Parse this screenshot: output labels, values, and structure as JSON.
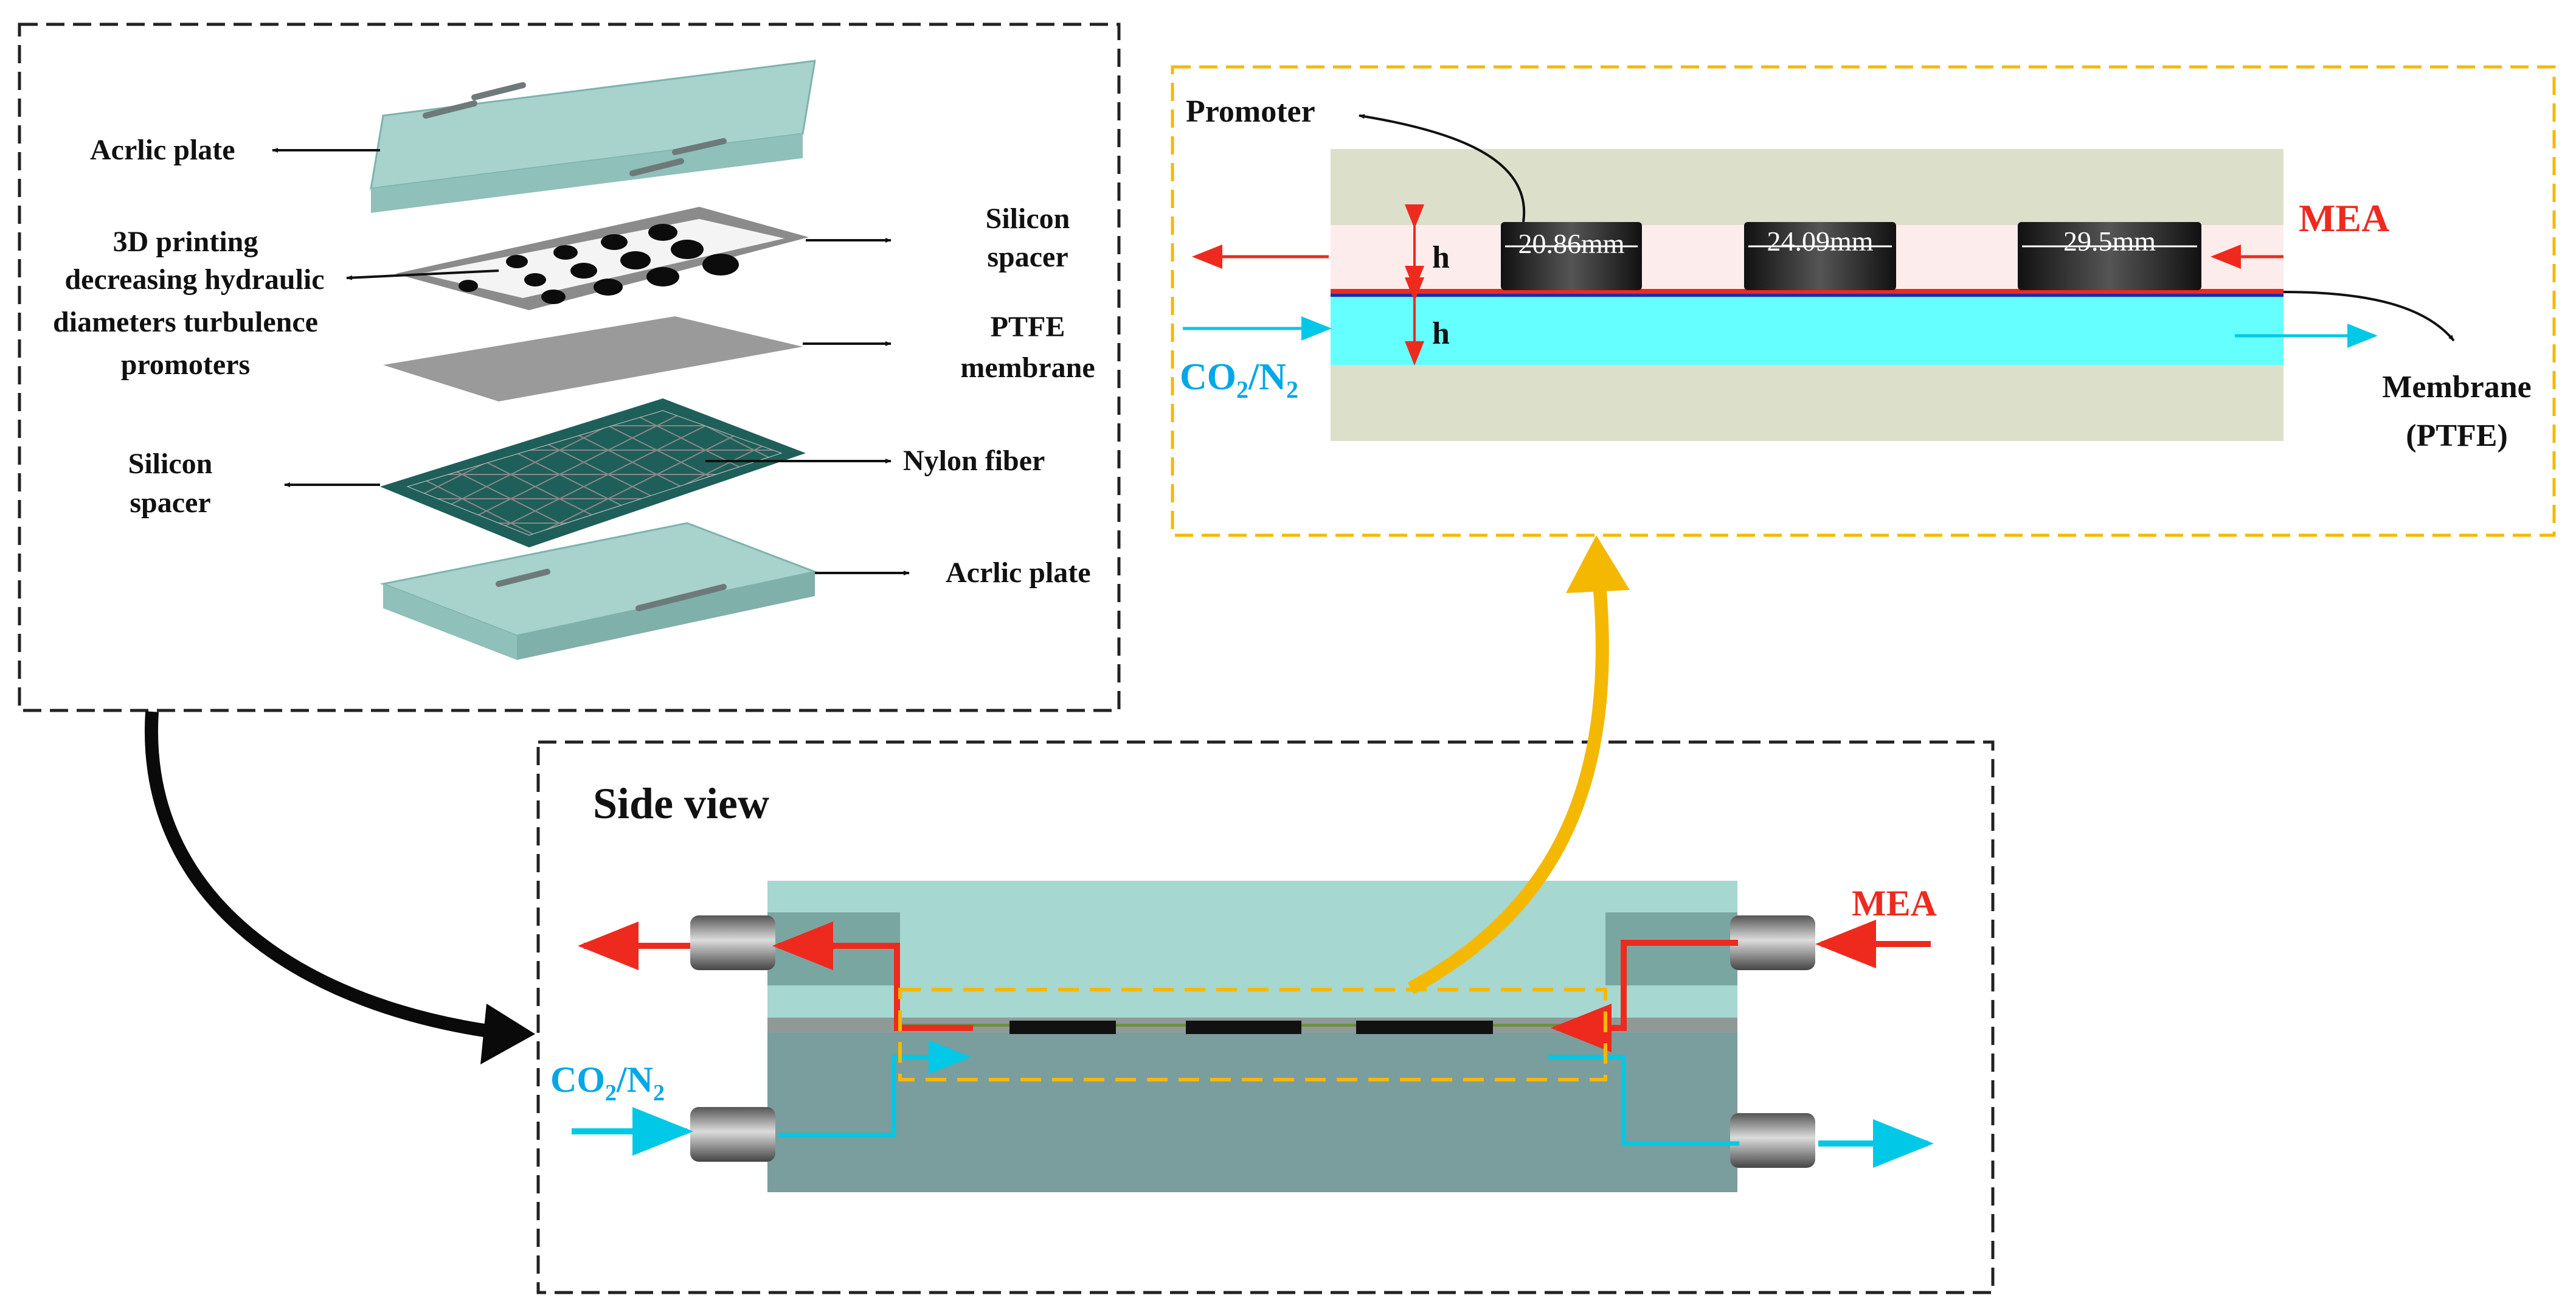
{
  "exploded": {
    "labels": {
      "acrylic_top": "Acrlic plate",
      "promoters_line1": "3D printing",
      "promoters_line2": "decreasing hydraulic",
      "promoters_line3": "diameters turbulence",
      "promoters_line4": "promoters",
      "spacer_right_line1": "Silicon",
      "spacer_right_line2": "spacer",
      "ptfe_line1": "PTFE",
      "ptfe_line2": "membrane",
      "spacer_left_line1": "Silicon",
      "spacer_left_line2": "spacer",
      "nylon": "Nylon fiber",
      "acrylic_bottom": "Acrlic plate"
    }
  },
  "detail": {
    "promoter_label": "Promoter",
    "mea_label": "MEA",
    "gas_label_main": "CO",
    "gas_label_sub1": "2",
    "gas_label_mid": "/N",
    "gas_label_sub2": "2",
    "h_top": "h",
    "h_bottom": "h",
    "membrane_line1": "Membrane",
    "membrane_line2": "(PTFE)",
    "promoter_dims": [
      "20.86mm",
      "24.09mm",
      "29.5mm"
    ]
  },
  "side_view": {
    "title": "Side view",
    "mea_label": "MEA",
    "gas_label_main": "CO",
    "gas_label_sub1": "2",
    "gas_label_mid": "/N",
    "gas_label_sub2": "2"
  },
  "colors": {
    "mea_red": "#ee2a1e",
    "gas_cyan": "#00c8e6",
    "highlight_orange": "#f5b800",
    "acrylic_green": "#9fccc6",
    "frame_teal": "#1f5f5a",
    "detail_bg": "#dcdfca",
    "detail_pink": "#fdecec",
    "detail_cyan": "#66ffff"
  }
}
